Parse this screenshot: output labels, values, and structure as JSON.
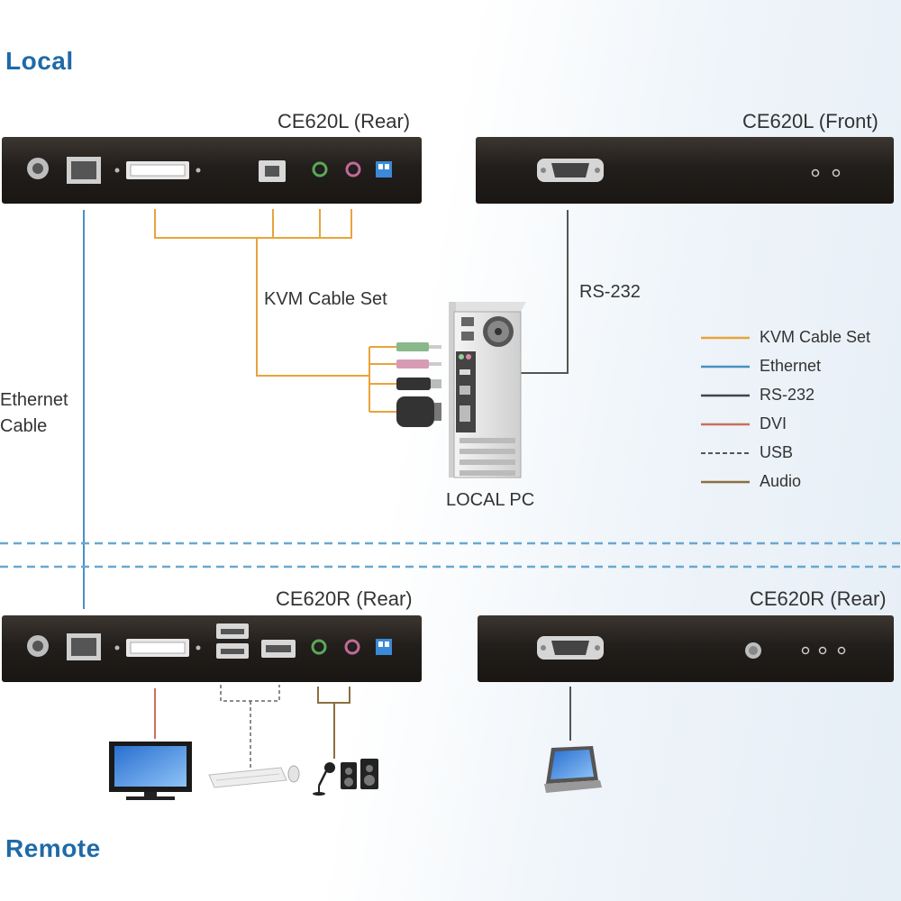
{
  "sections": {
    "local": "Local",
    "remote": "Remote"
  },
  "devices": {
    "local_rear": "CE620L (Rear)",
    "local_front": "CE620L (Front)",
    "remote_rear": "CE620R (Rear)",
    "remote_rear_2": "CE620R (Rear)"
  },
  "labels": {
    "kvm_cable_set": "KVM Cable Set",
    "rs232": "RS-232",
    "ethernet_cable_line1": "Ethernet",
    "ethernet_cable_line2": "Cable",
    "local_pc": "LOCAL PC"
  },
  "legend": [
    {
      "label": "KVM Cable Set",
      "color": "#e8a33a",
      "style": "solid"
    },
    {
      "label": "Ethernet",
      "color": "#4a8fc4",
      "style": "solid"
    },
    {
      "label": "RS-232",
      "color": "#444444",
      "style": "solid"
    },
    {
      "label": "DVI",
      "color": "#c9705a",
      "style": "solid"
    },
    {
      "label": "USB",
      "color": "#555555",
      "style": "dashed"
    },
    {
      "label": "Audio",
      "color": "#8a7040",
      "style": "solid"
    }
  ],
  "colors": {
    "kvm": "#e8a33a",
    "ethernet": "#4a8fc4",
    "rs232": "#555555",
    "dvi": "#c9705a",
    "usb": "#666666",
    "audio": "#8a7040",
    "separator": "#6aa8cf"
  },
  "icons": [
    "power-jack-icon",
    "rj45-port-icon",
    "dvi-port-icon",
    "usb-b-port-icon",
    "audio-jack-icon",
    "dip-switch-icon",
    "rs232-port-icon",
    "led-icon",
    "monitor-icon",
    "keyboard-icon",
    "mouse-icon",
    "microphone-icon",
    "speakers-icon",
    "touch-panel-icon",
    "pc-tower-icon"
  ]
}
